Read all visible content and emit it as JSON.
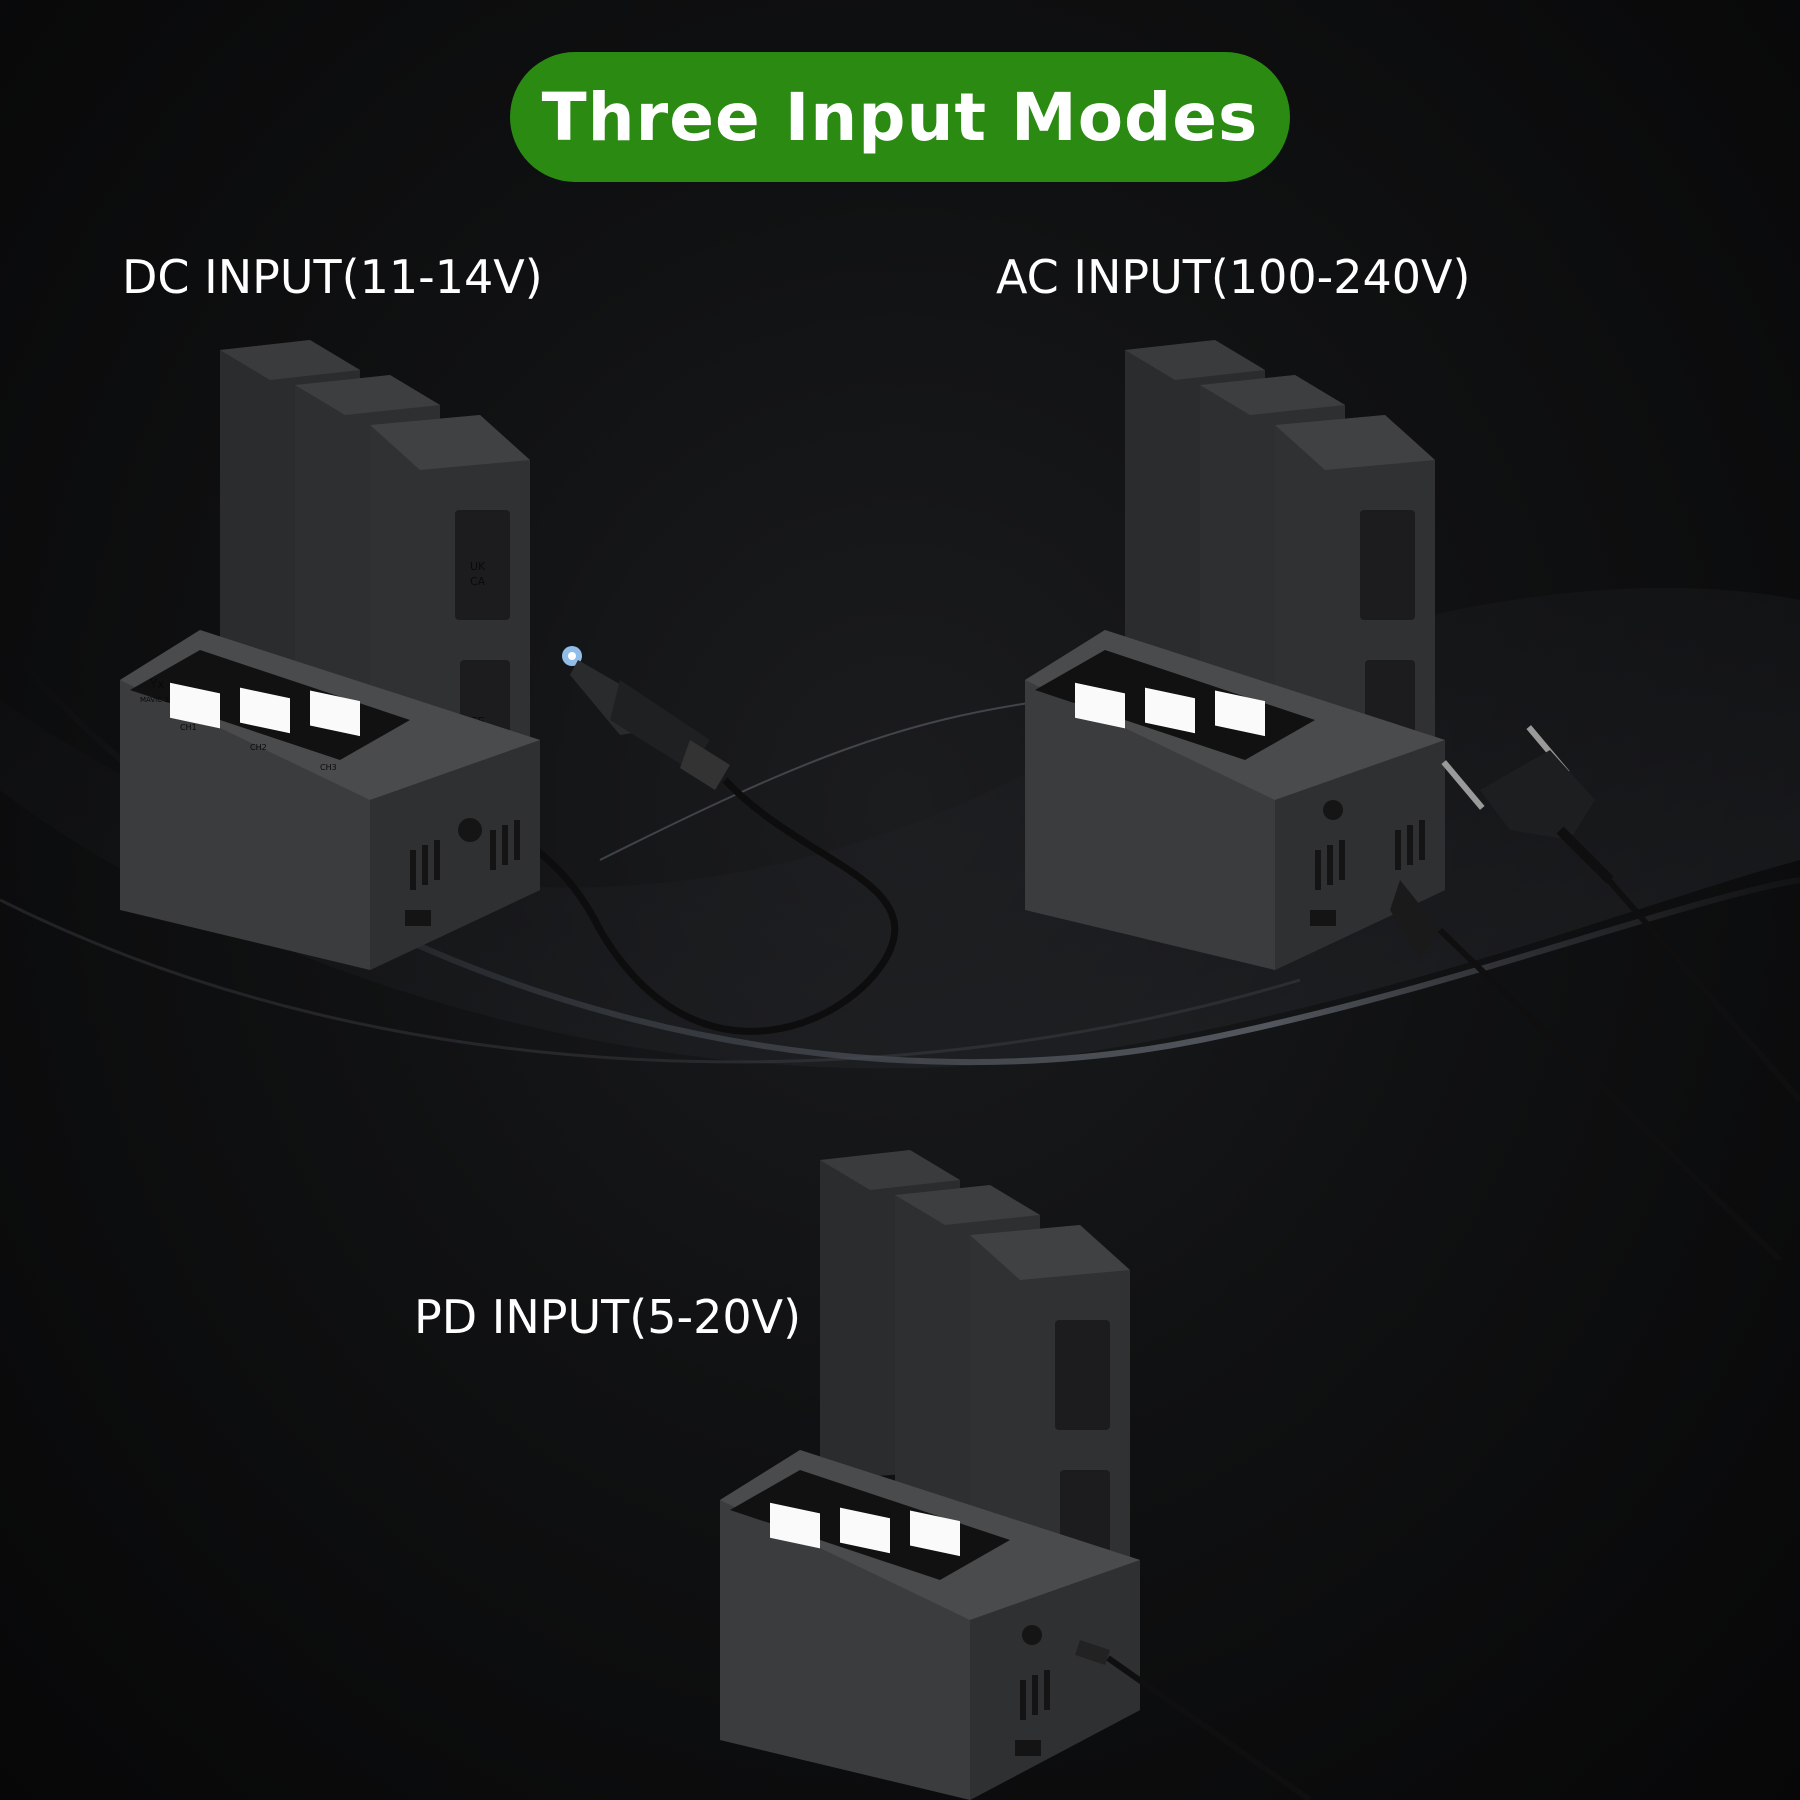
{
  "title": "Three Input Modes",
  "modes": [
    {
      "id": "dc",
      "label": "DC INPUT(11-14V)"
    },
    {
      "id": "ac",
      "label": "AC INPUT(100-240V)"
    },
    {
      "id": "pd",
      "label": "PD INPUT(5-20V)"
    }
  ],
  "device": {
    "brand_mark": "Yx",
    "model": "MAVIC 3",
    "channels": [
      "CH1",
      "CH2",
      "CH3"
    ],
    "battery_marks": [
      "UK",
      "CA",
      "CE"
    ]
  },
  "colors": {
    "title_green": "#2a8a12",
    "text": "#ffffff",
    "background": "#0c0c0d",
    "charger_body": "#3a3b3d",
    "battery": "#2e2f31"
  },
  "icons": [
    "car-charger-plug-icon",
    "eu-power-plug-icon",
    "usb-c-cable-icon"
  ]
}
